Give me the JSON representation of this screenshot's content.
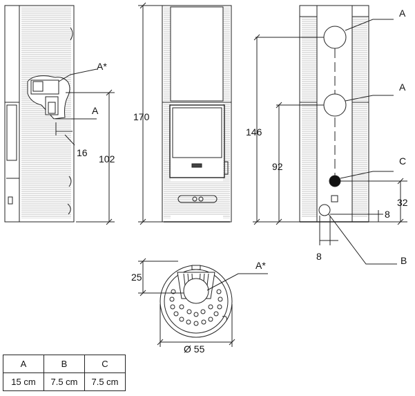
{
  "labels": {
    "a_star": "A*",
    "a": "A",
    "b": "B",
    "c": "C",
    "d16": "16",
    "d102": "102",
    "d170": "170",
    "d146": "146",
    "d92": "92",
    "d32": "32",
    "d8": "8",
    "d25": "25",
    "d55": "Ø 55"
  },
  "table": {
    "headers": [
      "A",
      "B",
      "C"
    ],
    "values": [
      "15 cm",
      "7.5 cm",
      "7.5 cm"
    ]
  }
}
